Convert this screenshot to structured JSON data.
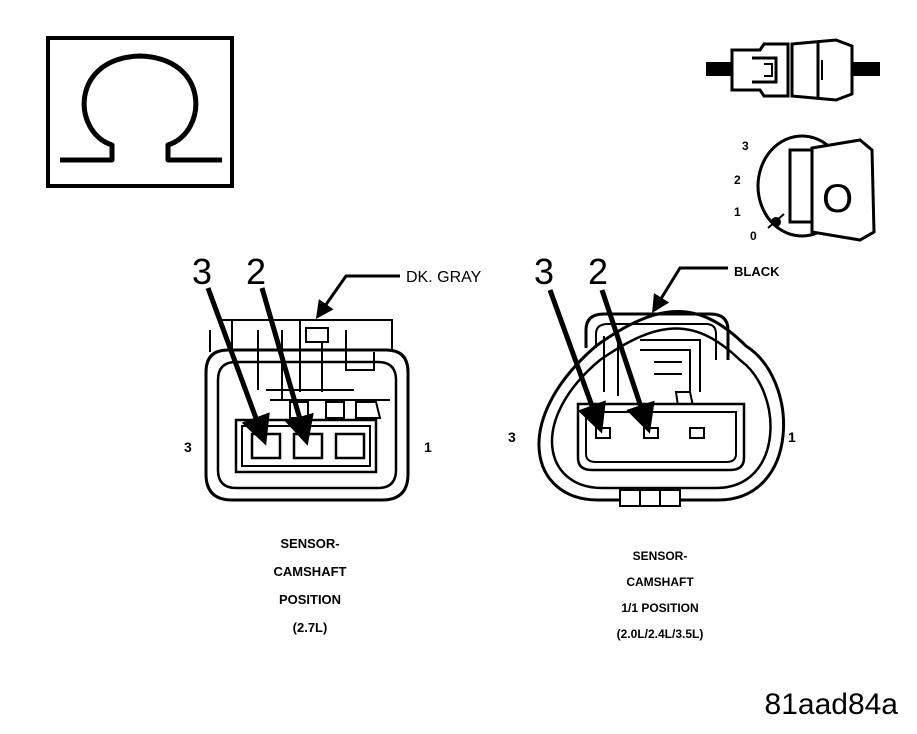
{
  "symbols": {
    "ohm_meter_icon": "ohm-symbol",
    "disconnect_connector_icon": "connector-unplugged",
    "ignition_key": {
      "positions": [
        "3",
        "2",
        "1",
        "0"
      ],
      "key_label": "O"
    }
  },
  "left_connector": {
    "pin_callouts": [
      "3",
      "2"
    ],
    "wire_color": "DK. GRAY",
    "side_left": "3",
    "side_right": "1",
    "caption": [
      "SENSOR-",
      "CAMSHAFT",
      "POSITION",
      "(2.7L)"
    ]
  },
  "right_connector": {
    "pin_callouts": [
      "3",
      "2"
    ],
    "wire_color": "BLACK",
    "side_left": "3",
    "side_right": "1",
    "caption": [
      "SENSOR-",
      "CAMSHAFT",
      "1/1 POSITION",
      "(2.0L/2.4L/3.5L)"
    ]
  },
  "figure_id": "81aad84a"
}
